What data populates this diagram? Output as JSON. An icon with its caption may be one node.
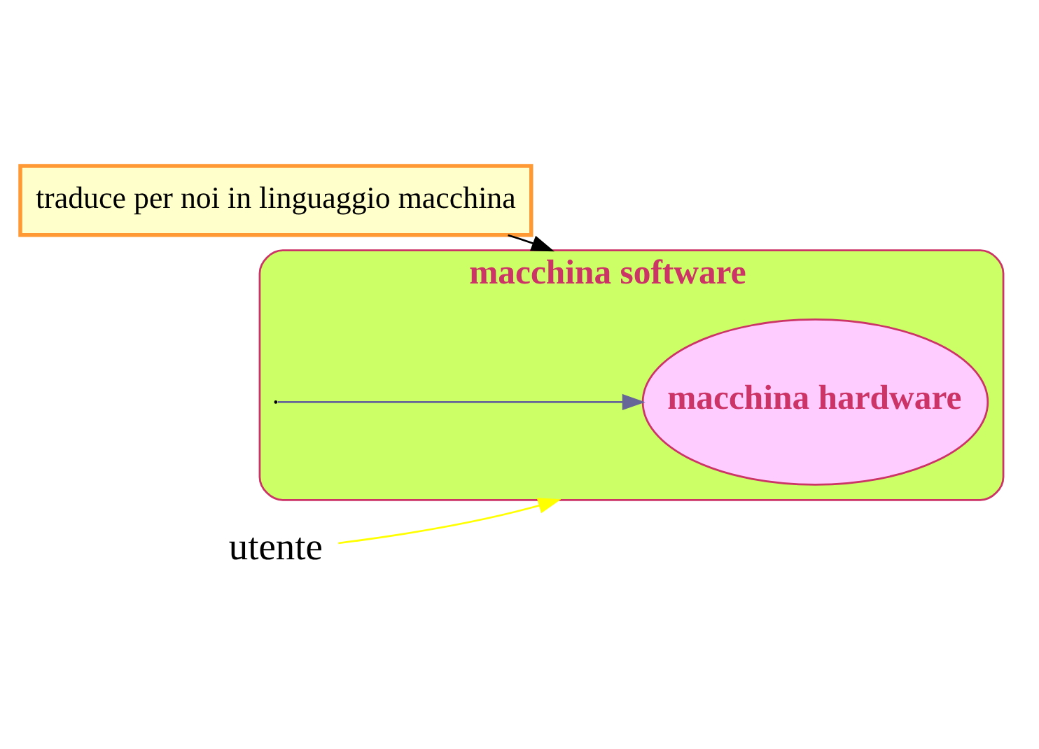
{
  "diagram": {
    "nodes": [
      {
        "text": [
          "traduce per noi in linguaggio macchina"
        ]
      },
      {
        "text": [
          "macchina software"
        ]
      },
      {
        "text": [
          "macchina hardware"
        ],
        "in": 1
      },
      {
        "text": [
          "utente"
        ]
      }
    ],
    "edges": [
      {
        "from": 0,
        "to": 1,
        "arrow": "to"
      },
      {
        "from": 3,
        "to": 1,
        "arrow": "to",
        "color": "#ffff00"
      },
      {
        "from": null,
        "to": 2,
        "arrow": "to",
        "color": "#666699"
      }
    ]
  }
}
